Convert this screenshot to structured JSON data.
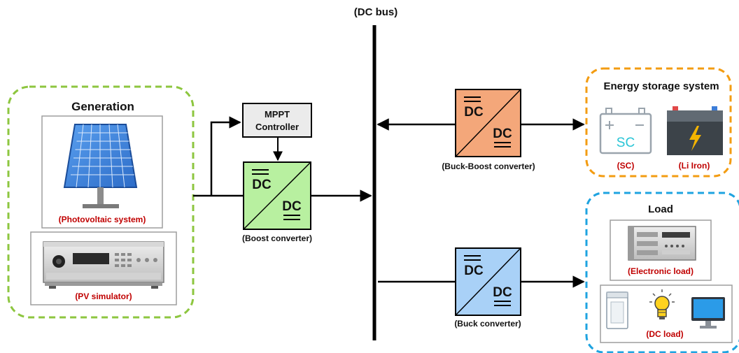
{
  "bus": {
    "label": "(DC bus)"
  },
  "generation": {
    "title": "Generation",
    "pv_label": "(Photovoltaic system)",
    "sim_label": "(PV simulator)"
  },
  "mppt": {
    "line1": "MPPT",
    "line2": "Controller"
  },
  "boost": {
    "top": "DC",
    "bottom": "DC",
    "label": "(Boost converter)"
  },
  "buckboost": {
    "top": "DC",
    "bottom": "DC",
    "label": "(Buck-Boost converter)"
  },
  "buck": {
    "top": "DC",
    "bottom": "DC",
    "label": "(Buck converter)"
  },
  "storage": {
    "title": "Energy storage system",
    "sc_text": "SC",
    "sc_label": "(SC)",
    "li_label": "(Li Iron)"
  },
  "load": {
    "title": "Load",
    "eload_label": "(Electronic load)",
    "dcload_label": "(DC load)"
  },
  "colors": {
    "generation_border": "#8dc63f",
    "storage_border": "#f39c12",
    "load_border": "#1ea3e0",
    "boost_fill": "#b8f0a0",
    "buckboost_fill": "#f4a77a",
    "buck_fill": "#a9d1f7",
    "label_red": "#c00000"
  }
}
